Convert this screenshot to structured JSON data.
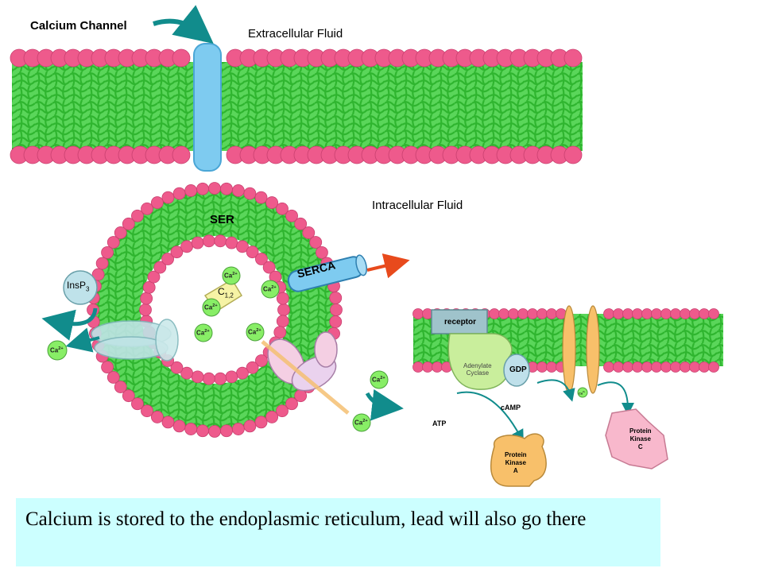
{
  "labels": {
    "calcium_channel": "Calcium Channel",
    "extracellular": "Extracellular Fluid",
    "intracellular": "Intracellular Fluid",
    "ser": "SER",
    "serca": "SERCA",
    "insp3_main": "InsP",
    "insp3_sub": "3",
    "ca_main": "Ca",
    "ca_sup": "2+",
    "c12_main": "C",
    "c12_sub": "1,2",
    "receptor": "receptor",
    "adenylate_line1": "Adenylate",
    "adenylate_line2": "Cyclase",
    "gdp": "GDP",
    "camp": "cAMP",
    "atp": "ATP",
    "pka_line1": "Protein",
    "pka_line2": "Kinase",
    "pka_line3": "A",
    "pkc_line1": "Protein",
    "pkc_line2": "Kinase",
    "pkc_line3": "C"
  },
  "caption": "Calcium is stored to the endoplasmic reticulum, lead will also go there",
  "colors": {
    "lipid_head": "#ee5a8c",
    "lipid_tail": "#3fcf3f",
    "channel": "#7ecbf0",
    "arrow_teal": "#118c8c",
    "arrow_red": "#e84a1c",
    "ca_ion": "#88ee66",
    "kinase": "#f8c06a",
    "pkc": "#f8b8cc",
    "caption_bg": "#ccffff"
  }
}
